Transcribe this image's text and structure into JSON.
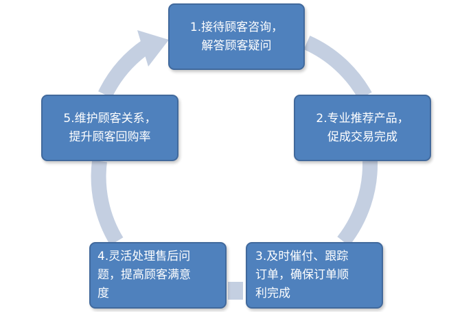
{
  "colors": {
    "box_fill": "#4f81bd",
    "box_border": "#41699c",
    "box_text": "#ffffff",
    "cycle_arrow": "#c4cfe1"
  },
  "diagram": {
    "type": "cycle",
    "steps": [
      {
        "lines": [
          "1.接待顾客咨询，",
          "解答顾客疑问"
        ]
      },
      {
        "lines": [
          "2.专业推荐产品，",
          "促成交易完成"
        ]
      },
      {
        "lines": [
          "3.及时催付、跟踪",
          "订单，确保订单顺",
          "利完成"
        ]
      },
      {
        "lines": [
          "4.灵活处理售后问",
          "题，提高顾客满意",
          "度"
        ]
      },
      {
        "lines": [
          "5.维护顾客关系，",
          "提升顾客回购率"
        ]
      }
    ]
  }
}
